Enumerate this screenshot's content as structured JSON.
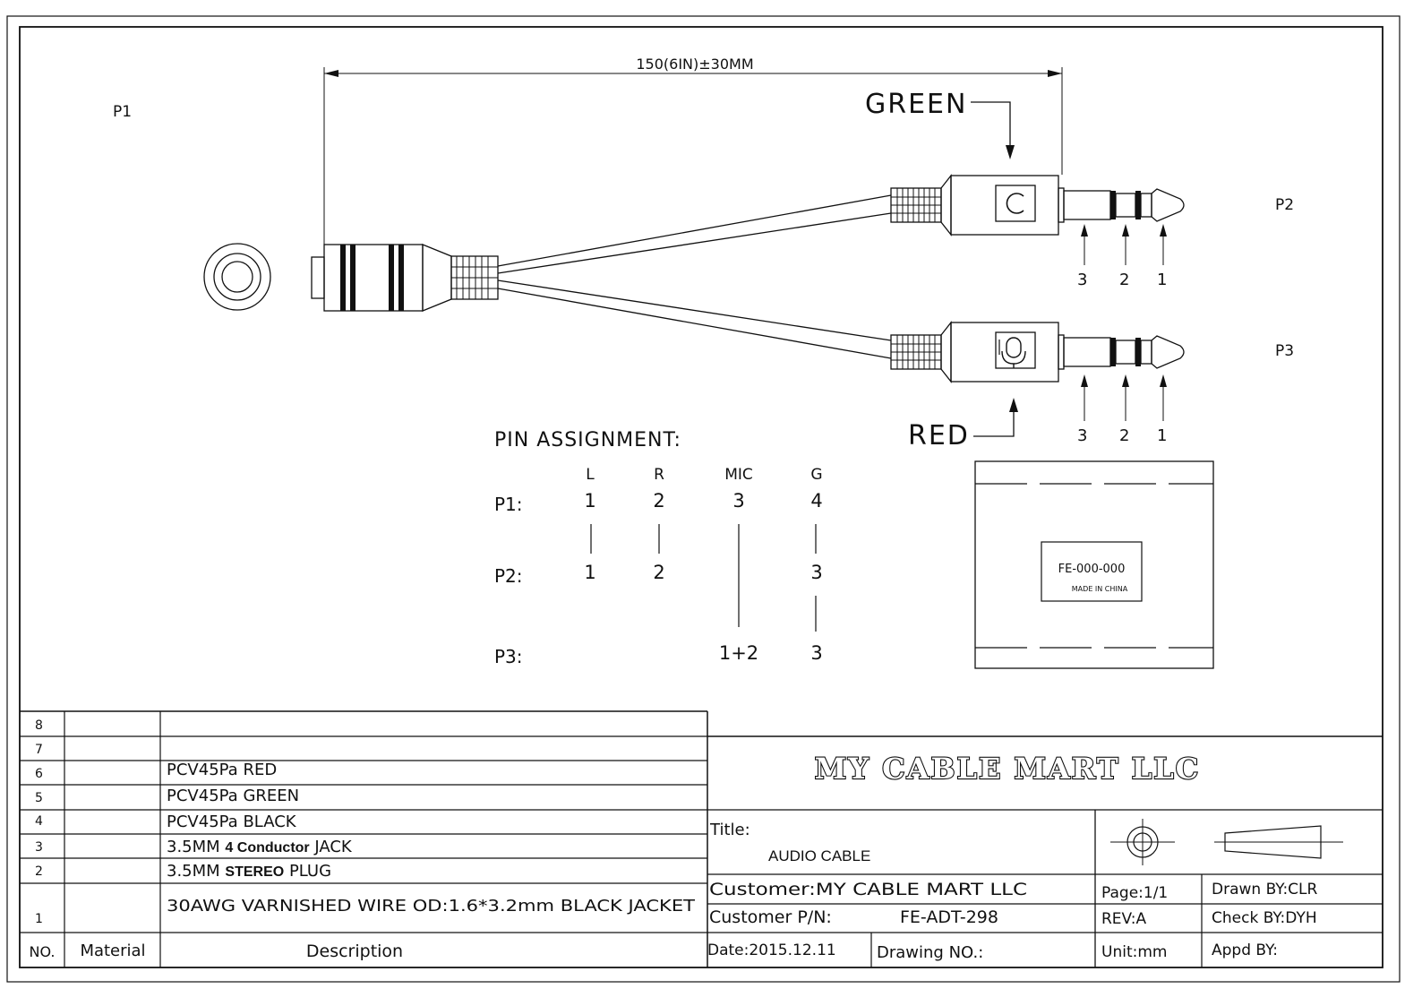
{
  "labels": {
    "p1": "P1",
    "p2": "P2",
    "p3": "P3",
    "dimension": "150(6IN)±30MM",
    "green": "GREEN",
    "red": "RED",
    "pin_title": "PIN ASSIGNMENT:",
    "p2_pin_numbers": [
      "3",
      "2",
      "1"
    ],
    "p3_pin_numbers": [
      "3",
      "2",
      "1"
    ]
  },
  "pin_assignment": {
    "columns": [
      "L",
      "R",
      "MIC",
      "G"
    ],
    "rows": [
      {
        "label": "P1:",
        "values": [
          "1",
          "2",
          "3",
          "4"
        ]
      },
      {
        "label": "P2:",
        "values": [
          "1",
          "2",
          "",
          "3"
        ]
      },
      {
        "label": "P3:",
        "values": [
          "",
          "",
          "1+2",
          "3"
        ]
      }
    ]
  },
  "tag": {
    "code": "FE-000-000",
    "origin": "MADE IN CHINA"
  },
  "bom": {
    "rows": [
      {
        "no": "8",
        "material": "",
        "description": ""
      },
      {
        "no": "7",
        "material": "",
        "description": ""
      },
      {
        "no": "6",
        "material": "",
        "description": "PCV45Pa RED"
      },
      {
        "no": "5",
        "material": "",
        "description": "PCV45Pa GREEN"
      },
      {
        "no": "4",
        "material": "",
        "description": "PCV45Pa BLACK"
      },
      {
        "no": "3",
        "material": "",
        "description_parts": [
          "3.5MM ",
          "4 Conductor",
          " JACK"
        ]
      },
      {
        "no": "2",
        "material": "",
        "description_parts": [
          "3.5MM ",
          "STEREO",
          " PLUG"
        ]
      },
      {
        "no": "1",
        "material": "",
        "description": "30AWG VARNISHED WIRE OD:1.6*3.2mm BLACK JACKET"
      }
    ],
    "headers": {
      "no": "NO.",
      "material": "Material",
      "description": "Description"
    }
  },
  "title_block": {
    "company": "MY CABLE MART LLC",
    "title_label": "Title:",
    "title_value": "AUDIO CABLE",
    "customer": "Customer:MY CABLE MART LLC",
    "customer_pn_label": "Customer P/N:",
    "customer_pn": "FE-ADT-298",
    "date": "Date:2015.12.11",
    "drawing_no": "Drawing NO.:",
    "page": "Page:1/1",
    "drawn_by": "Drawn BY:CLR",
    "rev": "REV:A",
    "check_by": "Check BY:DYH",
    "unit": "Unit:mm",
    "appd_by": "Appd BY:"
  }
}
